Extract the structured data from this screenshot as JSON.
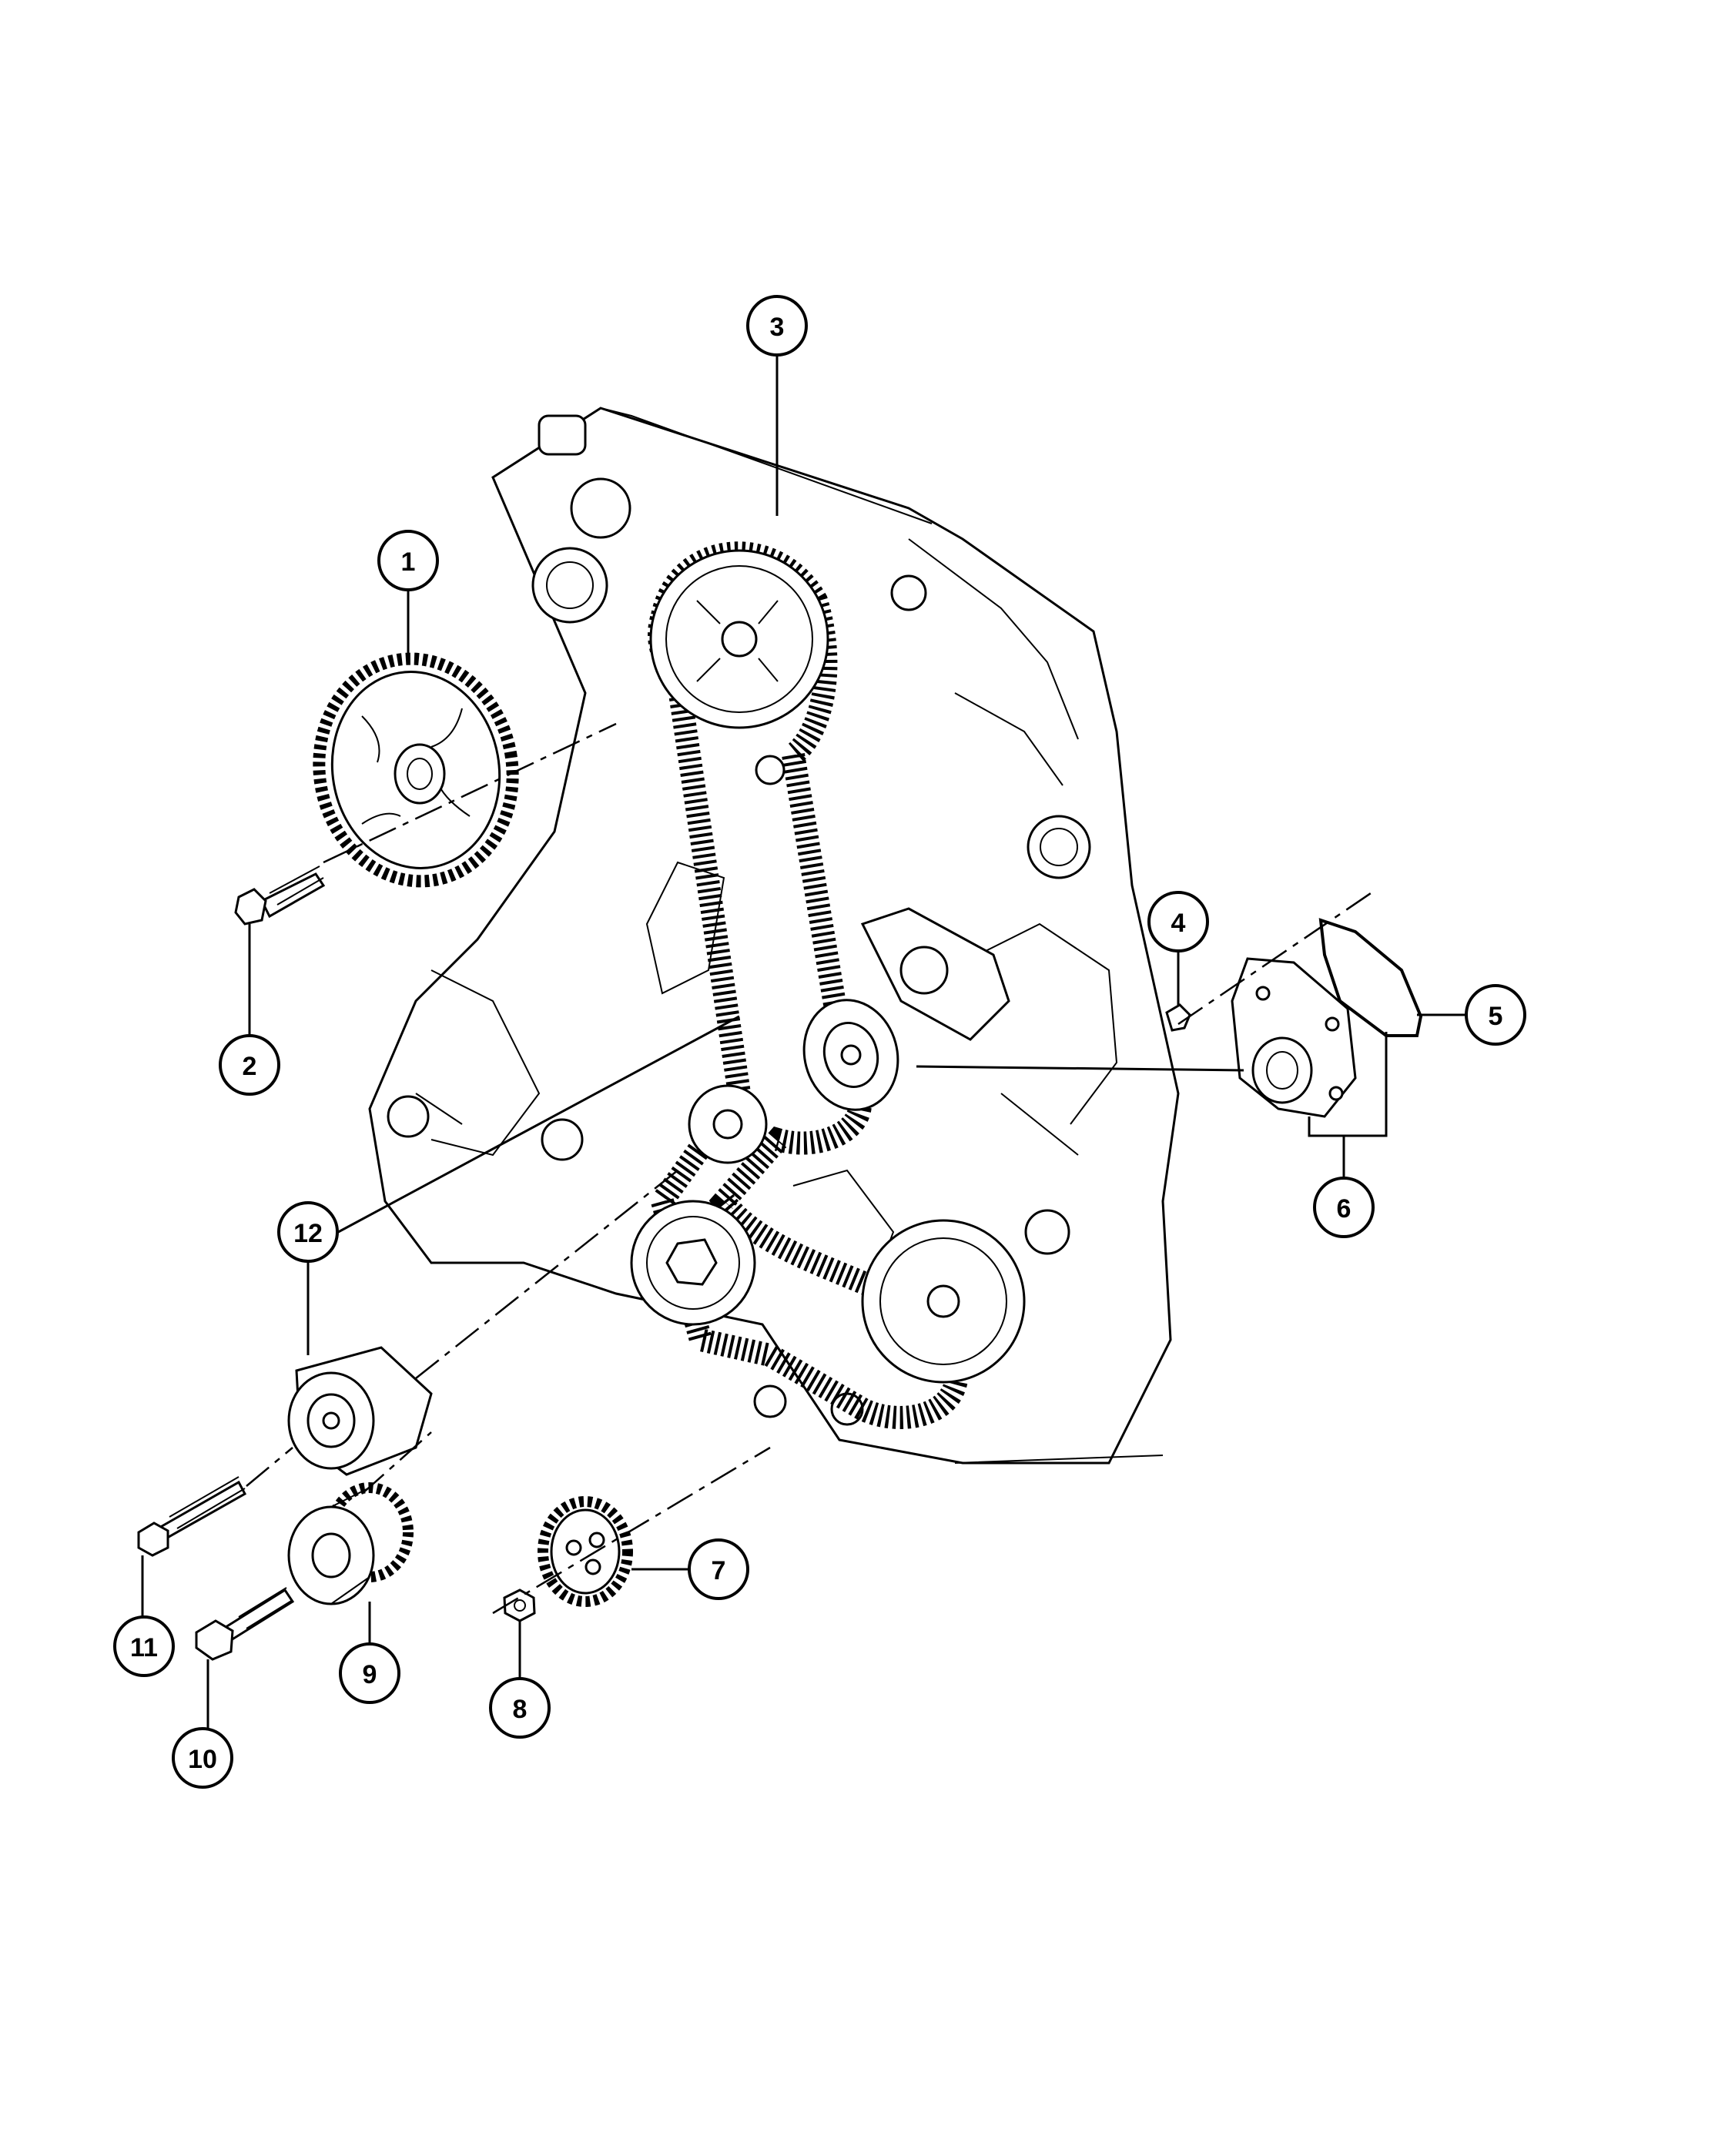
{
  "diagram": {
    "type": "exploded-parts-view",
    "colors": {
      "ink": "#000000",
      "background": "#ffffff"
    },
    "callouts": [
      {
        "id": "1",
        "label": "1"
      },
      {
        "id": "2",
        "label": "2"
      },
      {
        "id": "3",
        "label": "3"
      },
      {
        "id": "4",
        "label": "4"
      },
      {
        "id": "5",
        "label": "5"
      },
      {
        "id": "6",
        "label": "6"
      },
      {
        "id": "7",
        "label": "7"
      },
      {
        "id": "8",
        "label": "8"
      },
      {
        "id": "9",
        "label": "9"
      },
      {
        "id": "10",
        "label": "10"
      },
      {
        "id": "11",
        "label": "11"
      },
      {
        "id": "12",
        "label": "12"
      }
    ]
  }
}
